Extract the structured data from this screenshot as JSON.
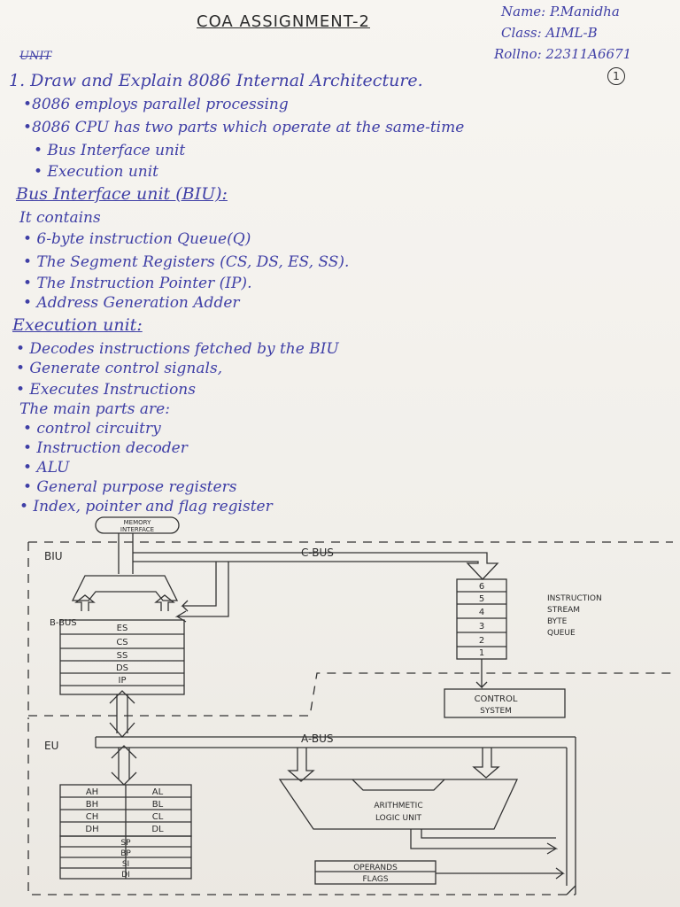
{
  "header": {
    "title": "COA ASSIGNMENT-2",
    "name": "Name: P.Manidha",
    "class": "Class: AIML-B",
    "rollno": "Rollno: 22311A6671",
    "page_number": "1"
  },
  "struck_word": "UNIT",
  "question": "1. Draw and Explain 8086 Internal Architecture.",
  "intro_points": [
    "•8086 employs parallel processing",
    "•8086 CPU has two parts which operate at the same-time",
    "• Bus Interface unit",
    "• Execution unit"
  ],
  "biu_section": {
    "heading": "Bus Interface unit (BIU):",
    "lead": "It contains",
    "points": [
      "• 6-byte instruction Queue(Q)",
      "• The Segment Registers (CS, DS, ES, SS).",
      "• The Instruction Pointer (IP).",
      "• Address Generation Adder"
    ]
  },
  "eu_section": {
    "heading": "Execution unit:",
    "points": [
      "• Decodes instructions fetched by the BIU",
      "• Generate control signals,",
      "• Executes Instructions",
      "The main parts are:",
      "• control circuitry",
      "• Instruction decoder",
      "• ALU",
      "• General purpose registers",
      "• Index, pointer and flag register"
    ]
  },
  "diagram": {
    "memory_interface": [
      "MEMORY",
      "INTERFACE"
    ],
    "biu_label": "BIU",
    "eu_label": "EU",
    "c_bus": "C-BUS",
    "b_bus": "B-BUS",
    "a_bus": "A-BUS",
    "segment_registers": [
      "ES",
      "CS",
      "SS",
      "DS",
      "IP"
    ],
    "queue_slots": [
      "6",
      "5",
      "4",
      "3",
      "2",
      "1"
    ],
    "queue_label": [
      "INSTRUCTION",
      "STREAM",
      "BYTE",
      "QUEUE"
    ],
    "control_system": [
      "CONTROL",
      "SYSTEM"
    ],
    "alu": [
      "ARITHMETIC",
      "LOGIC UNIT"
    ],
    "gp_registers": [
      [
        "AH",
        "AL"
      ],
      [
        "BH",
        "BL"
      ],
      [
        "CH",
        "CL"
      ],
      [
        "DH",
        "DL"
      ]
    ],
    "pointer_registers": [
      "SP",
      "BP",
      "SI",
      "DI"
    ],
    "operands": "OPERANDS",
    "flags": "FLAGS"
  }
}
